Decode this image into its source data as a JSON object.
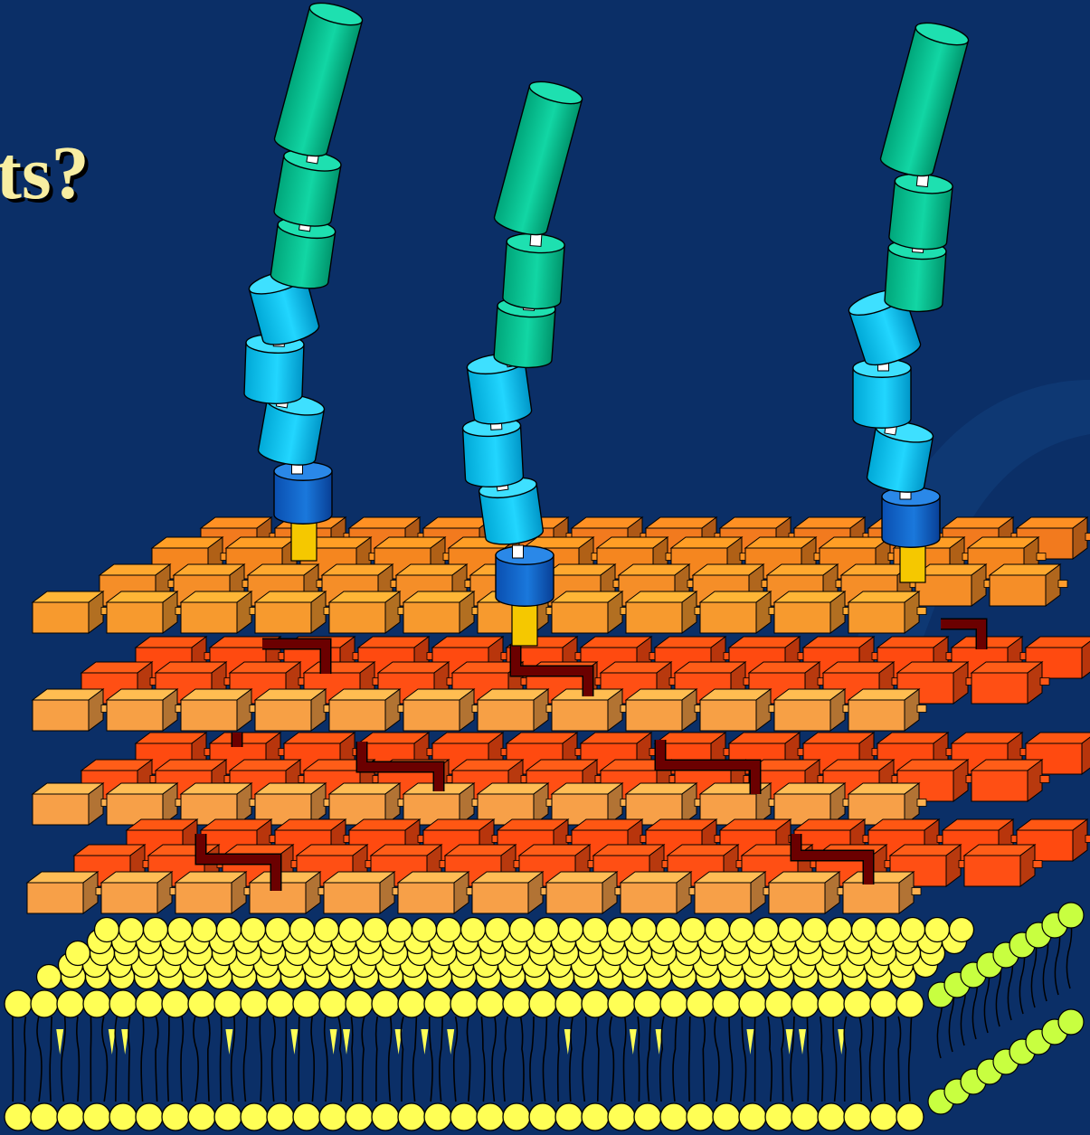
{
  "title_fragment": "ts?",
  "colors": {
    "background": "#0b2f67",
    "title_text": "#f8eea2",
    "cylinder_far": "#00c896",
    "cylinder_mid": "#00c8f0",
    "cylinder_base": "#0a64c8",
    "stalk": "#f5c800",
    "block_front_layer": "#f7a045",
    "block_back_layer": "#ff4a10",
    "crosslink": "#6b0000",
    "lipid_head": "#ffff55",
    "lipid_head_edge": "#c8ff40",
    "lipid_tail": "#000000"
  },
  "icons": [
    "rod-molecule",
    "protein-block-lattice",
    "lipid-bilayer"
  ],
  "diagram": {
    "rod_count": 3,
    "lattice_rows": 4,
    "bilayer_leaflets": 2
  }
}
